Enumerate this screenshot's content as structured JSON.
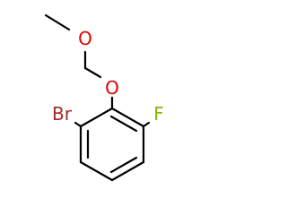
{
  "molecule": {
    "atom_labels": [
      {
        "id": "o1",
        "name": "atom-label-oxygen-ether",
        "text": "O",
        "color": "#e00000"
      },
      {
        "id": "o2",
        "name": "atom-label-oxygen-aryl",
        "text": "O",
        "color": "#e00000"
      },
      {
        "id": "br",
        "name": "atom-label-bromine",
        "text": "Br",
        "color": "#a52a2a"
      },
      {
        "id": "f",
        "name": "atom-label-fluorine",
        "text": "F",
        "color": "#7fba00"
      }
    ],
    "bond_color": "#000000"
  }
}
